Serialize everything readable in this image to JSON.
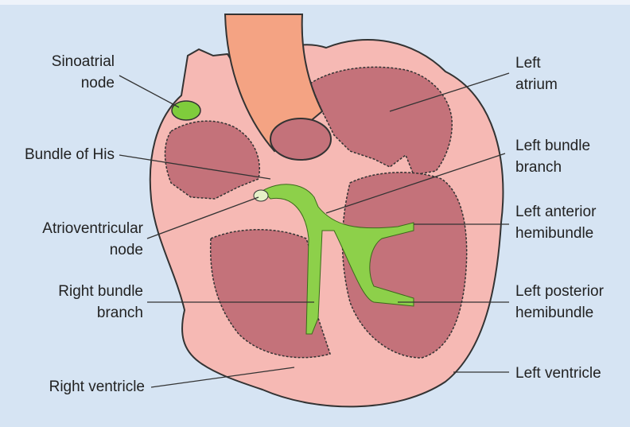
{
  "labels": {
    "sinoatrial": [
      "Sinoatrial",
      "node"
    ],
    "bundle_his": [
      "Bundle of His"
    ],
    "av_node": [
      "Atrioventricular",
      "node"
    ],
    "right_bundle": [
      "Right bundle",
      "branch"
    ],
    "right_ventricle": [
      "Right ventricle"
    ],
    "left_atrium": [
      "Left",
      "atrium"
    ],
    "left_bundle": [
      "Left bundle",
      "branch"
    ],
    "left_anterior": [
      "Left anterior",
      "hemibundle"
    ],
    "left_posterior": [
      "Left posterior",
      "hemibundle"
    ],
    "left_ventricle": [
      "Left ventricle"
    ]
  },
  "colors": {
    "background": "#d6e4f3",
    "heart_wall": "#f6b9b4",
    "chamber": "#c4727a",
    "aorta": "#f4a383",
    "conduction": "#8dd04a",
    "node": "#7fcc3c"
  }
}
